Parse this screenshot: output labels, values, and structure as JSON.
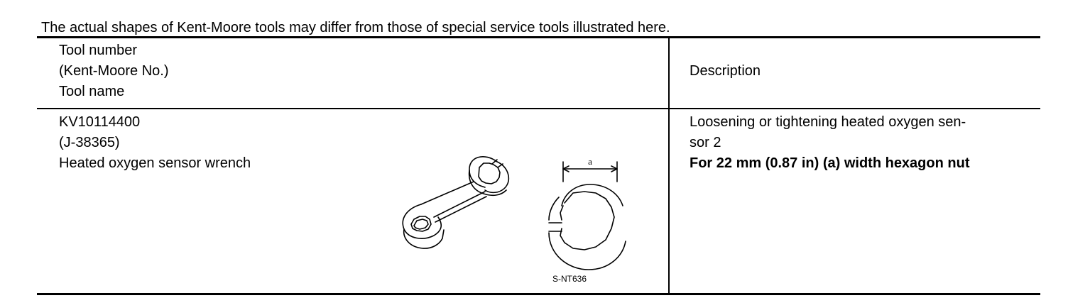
{
  "note": "The actual shapes of Kent-Moore tools may differ from those of special service tools illustrated here.",
  "header": {
    "left": [
      "Tool number",
      "(Kent-Moore No.)",
      "Tool name"
    ],
    "right": "Description"
  },
  "rows": [
    {
      "tool_number": "KV10114400",
      "kent_moore_no": "(J-38365)",
      "tool_name": "Heated oxygen sensor wrench",
      "description_line1": "Loosening or tightening heated oxygen sen-",
      "description_line2": "sor 2",
      "description_bold": "For 22 mm (0.87 in) (a) width hexagon nut",
      "illustration": {
        "dimension_label": "a",
        "code": "S-NT636"
      }
    }
  ]
}
